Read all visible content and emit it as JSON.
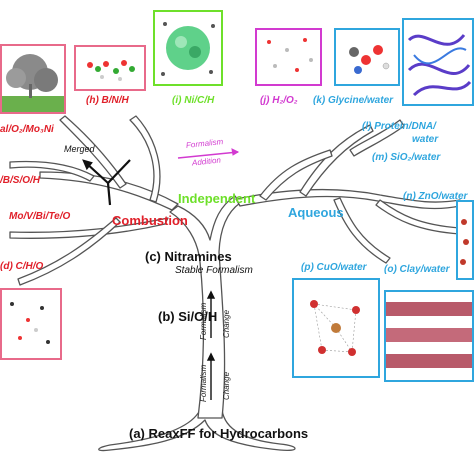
{
  "labels": {
    "a": "(a) ReaxFF for Hydrocarbons",
    "b": "(b) Si/O/H",
    "c": "(c) Nitramines",
    "stable": "Stable Formalism",
    "formalism_change_1": "Formalism",
    "formalism_change_2": "Change",
    "combustion": "Combustion",
    "independent": "Independent",
    "aqueous": "Aqueous",
    "merged": "Merged",
    "formalism_add_1": "Formalism",
    "formalism_add_2": "Addition",
    "d": "(d) C/H/O",
    "e": "Mo/V/Bi/Te/O",
    "f": "/B/S/O/H",
    "g": "al/O₂/Mo₃Ni",
    "h": "(h) B/N/H",
    "i": "(i) Ni/C/H",
    "j": "(j) H₂/O₂",
    "k": "(k) Glycine/water",
    "l1": "(l) Protein/DNA/",
    "l2": "water",
    "m": "(m) SiO₂/water",
    "n": "(n) ZnO/water",
    "o": "(o) Clay/water",
    "p": "(p) CuO/water"
  },
  "colors": {
    "red": "#e0202a",
    "blue": "#2fa6de",
    "green": "#6ee02a",
    "magenta": "#d23ad0",
    "pink": "#e86a8a"
  }
}
